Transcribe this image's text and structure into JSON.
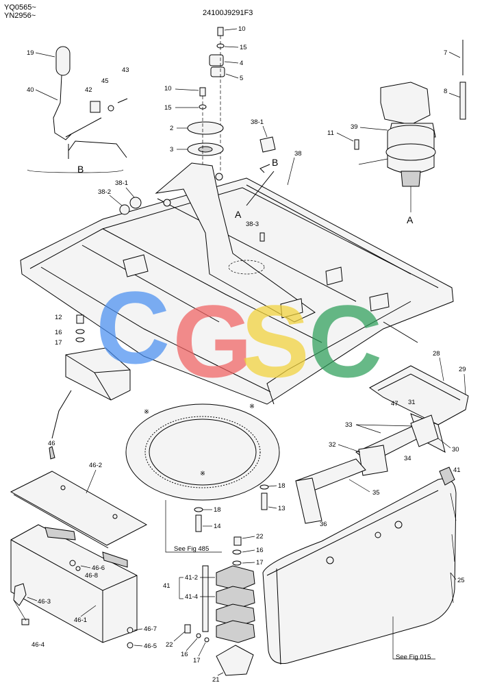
{
  "header": {
    "serial_1": "YQ0565~",
    "serial_2": "YN2956~",
    "drawing_no": "24100J9291F3"
  },
  "views": {
    "a": "A",
    "b": "B"
  },
  "references": {
    "fig_485": "See Fig 485",
    "fig_015": "See Fig 015"
  },
  "marks": {
    "asterisk": "※"
  },
  "watermark": {
    "c1": "C",
    "g": "G",
    "s": "S",
    "c2": "C"
  },
  "colors": {
    "blue": "#4a8ff0",
    "red": "#f06262",
    "yellow": "#f2d23a",
    "green": "#2e9f5a"
  },
  "callouts": {
    "p10a": "10",
    "p15a": "15",
    "p4": "4",
    "p5": "5",
    "p10b": "10",
    "p15b": "15",
    "p2": "2",
    "p3": "3",
    "p19": "19",
    "p40": "40",
    "p42": "42",
    "p45": "45",
    "p43": "43",
    "p7": "7",
    "p8": "8",
    "p11": "11",
    "p39": "39",
    "p38_1a": "38-1",
    "p38": "38",
    "p38_1b": "38-1",
    "p38_2": "38-2",
    "p38_3": "38-3",
    "p12": "12",
    "p16a": "16",
    "p17a": "17",
    "p46": "46",
    "p28": "28",
    "p29": "29",
    "p47": "47",
    "p31": "31",
    "p33": "33",
    "p32": "32",
    "p30": "30",
    "p34": "34",
    "p35": "35",
    "p36": "36",
    "p18a": "18",
    "p13": "13",
    "p18b": "18",
    "p14": "14",
    "p41": "41",
    "p25": "25",
    "p46_2": "46-2",
    "p22a": "22",
    "p16b": "16",
    "p17b": "17",
    "p41_g": "41",
    "p41_2": "41-2",
    "p41_4": "41-4",
    "p46_6": "46-6",
    "p46_8": "46-8",
    "p46_3": "46-3",
    "p46_4": "46-4",
    "p46_1": "46-1",
    "p46_7": "46-7",
    "p46_5": "46-5",
    "p22b": "22",
    "p16c": "16",
    "p17c": "17",
    "p21": "21"
  }
}
